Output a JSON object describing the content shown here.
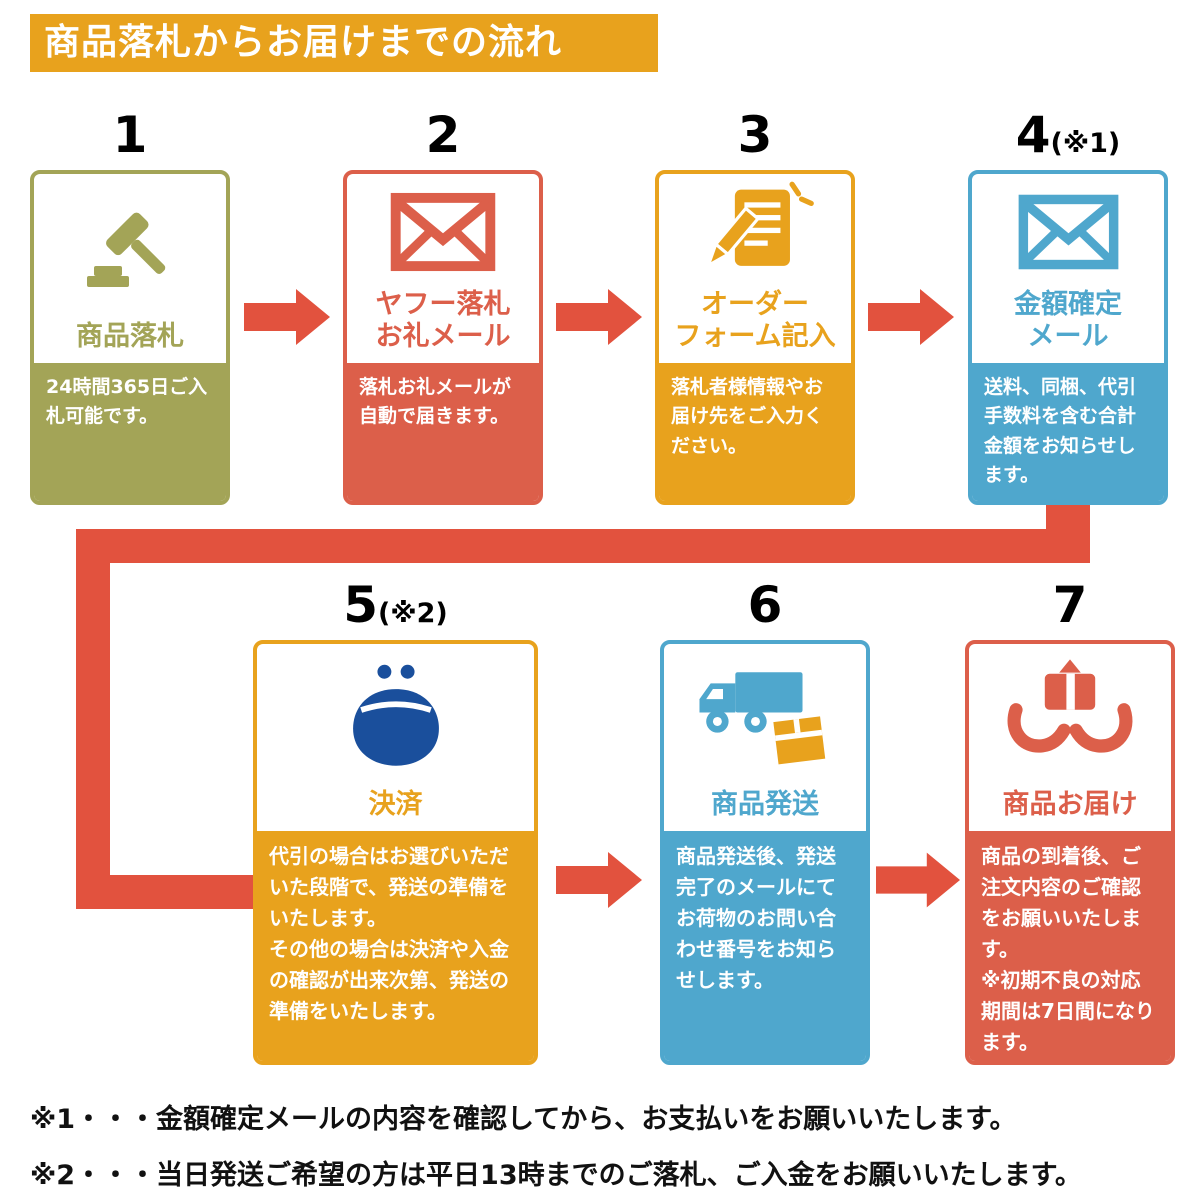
{
  "header": {
    "title": "商品落札からお届けまでの流れ"
  },
  "steps": [
    {
      "num": "1",
      "suffix": "",
      "title": "商品落札",
      "desc": "24時間365日ご入札可能です。",
      "icon": "gavel-icon",
      "color": "#a3a457"
    },
    {
      "num": "2",
      "suffix": "",
      "title": "ヤフー落札\nお礼メール",
      "desc": "落札お礼メールが自動で届きます。",
      "icon": "mail-icon",
      "color": "#dc5f4a"
    },
    {
      "num": "3",
      "suffix": "",
      "title": "オーダー\nフォーム記入",
      "desc": "落札者様情報やお届け先をご入力ください。",
      "icon": "form-icon",
      "color": "#e8a21d"
    },
    {
      "num": "4",
      "suffix": "(※1)",
      "title": "金額確定\nメール",
      "desc": "送料、同梱、代引手数料を含む合計金額をお知らせします。",
      "icon": "mail-icon",
      "color": "#4fa7cd"
    },
    {
      "num": "5",
      "suffix": "(※2)",
      "title": "決済",
      "desc": "代引の場合はお選びいただいた段階で、発送の準備をいたします。\nその他の場合は決済や入金の確認が出来次第、発送の準備をいたします。",
      "icon": "purse-icon",
      "color": "#e8a21d"
    },
    {
      "num": "6",
      "suffix": "",
      "title": "商品発送",
      "desc": "商品発送後、発送完了のメールにてお荷物のお問い合わせ番号をお知らせします。",
      "icon": "truck-icon",
      "color": "#4fa7cd"
    },
    {
      "num": "7",
      "suffix": "",
      "title": "商品お届け",
      "desc": "商品の到着後、ご注文内容のご確認をお願いいたします。\n※初期不良の対応期間は7日間になります。",
      "icon": "hands-package-icon",
      "color": "#dc5f4a"
    }
  ],
  "notes": [
    "※1・・・金額確定メールの内容を確認してから、お支払いをお願いいたします。",
    "※2・・・当日発送ご希望の方は平日13時までのご落札、ご入金をお願いいたします。"
  ],
  "colors": {
    "header_bg": "#e8a21d",
    "olive": "#a3a457",
    "red": "#dc5f4a",
    "orange": "#e8a21d",
    "blue": "#4fa7cd",
    "arrow_red": "#e2523e",
    "purse_navy": "#1a4f9c",
    "box_orange": "#e8a21d",
    "text_black": "#111111"
  }
}
